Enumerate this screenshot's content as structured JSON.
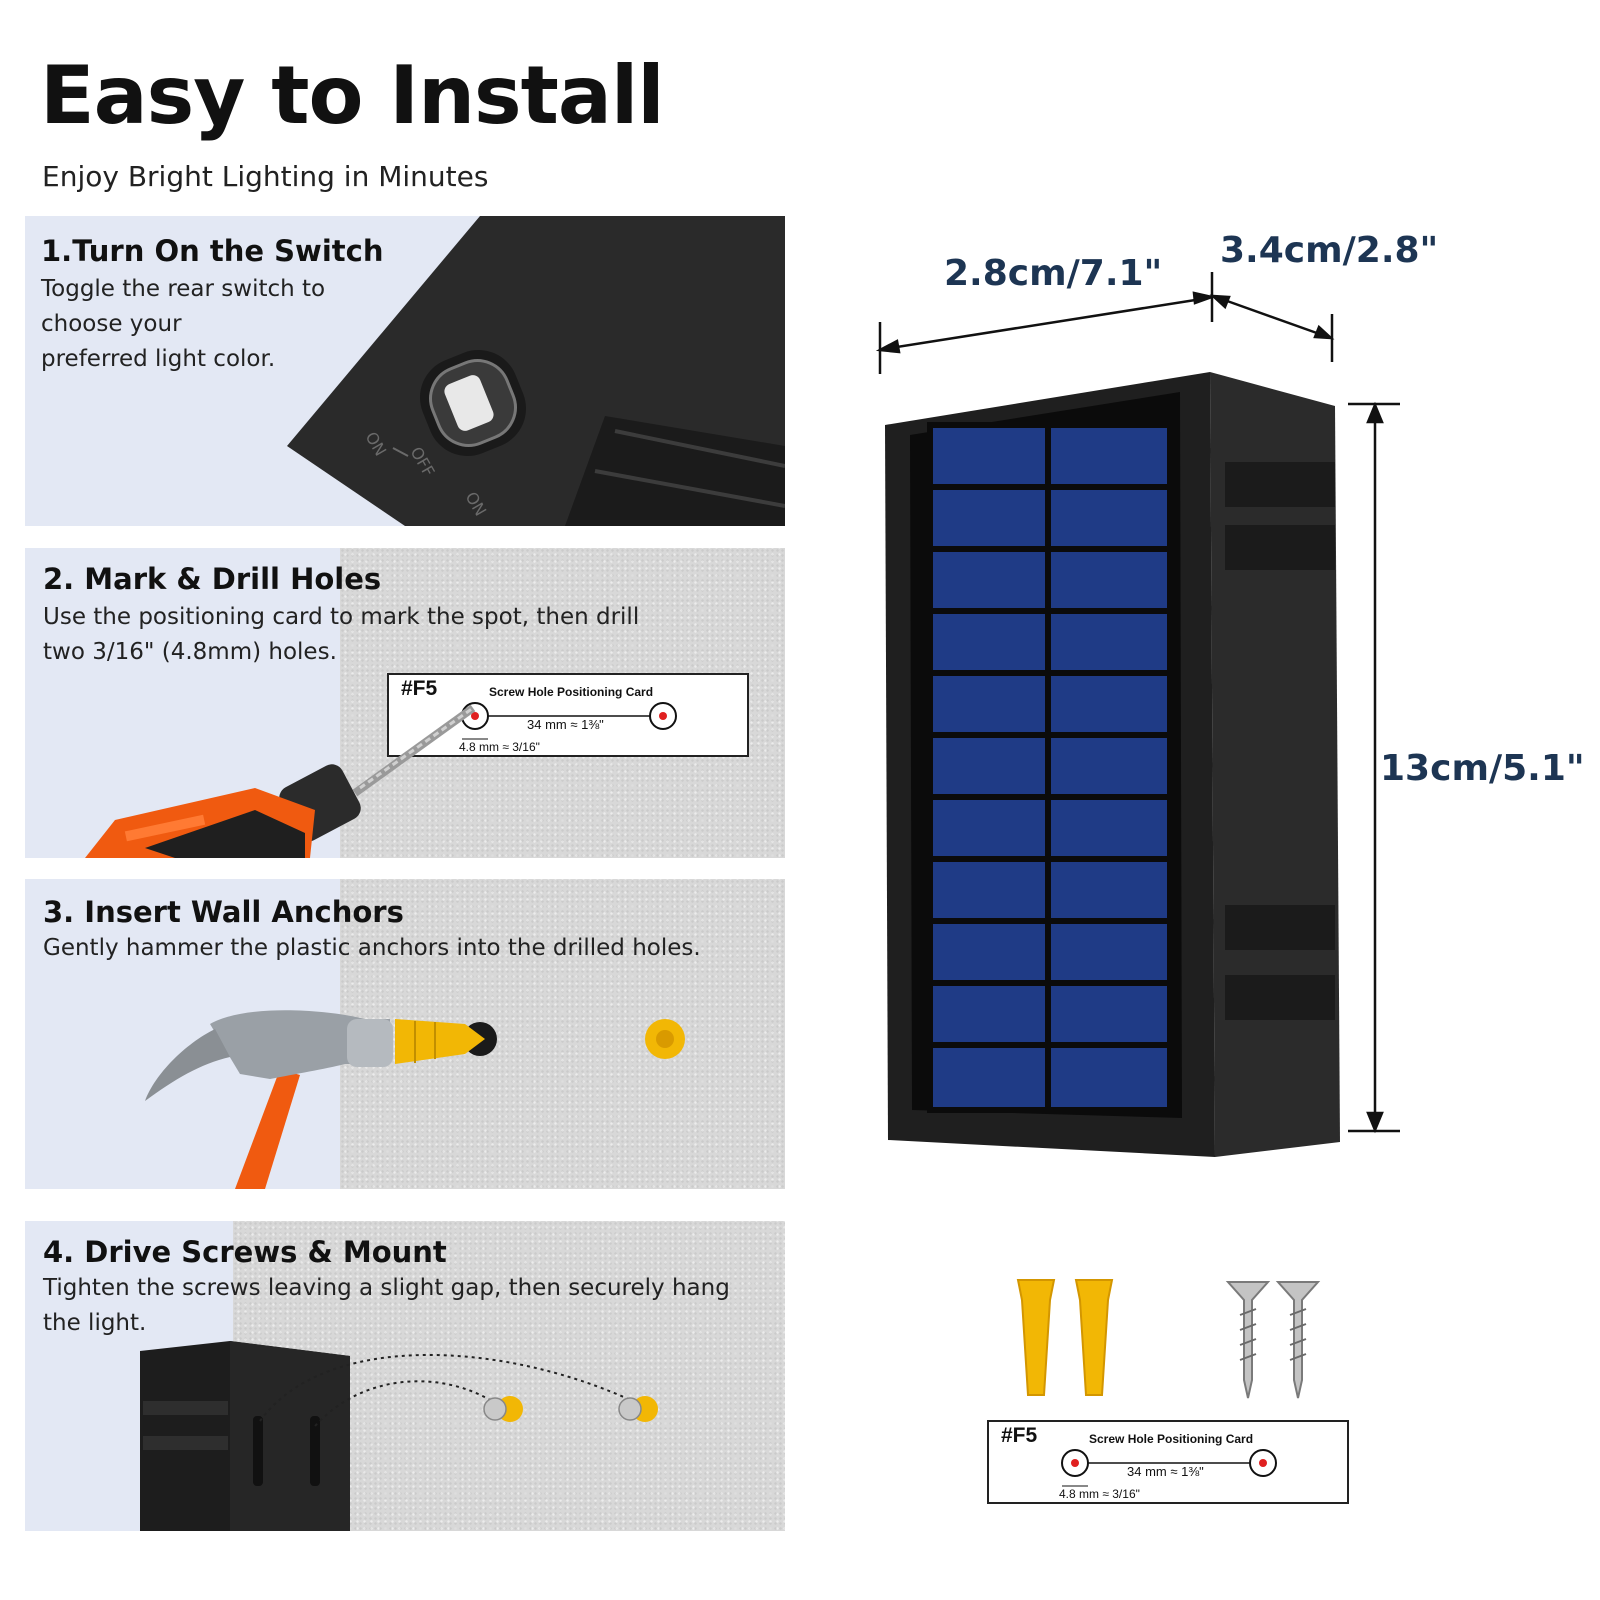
{
  "header": {
    "title": "Easy to Install",
    "subtitle": "Enjoy Bright Lighting in Minutes"
  },
  "steps": [
    {
      "title": "1.Turn On the Switch",
      "text": "Toggle the rear switch to\nchoose your\npreferred light color."
    },
    {
      "title": "2. Mark & Drill Holes",
      "text": "Use the positioning card to mark the spot, then drill\ntwo 3/16\" (4.8mm) holes."
    },
    {
      "title": "3. Insert Wall Anchors",
      "text": "Gently hammer the plastic anchors into the drilled holes."
    },
    {
      "title": "4. Drive Screws & Mount",
      "text": "Tighten the screws leaving a slight gap, then securely hang\nthe light."
    }
  ],
  "switch_labels": {
    "on": "ON",
    "off": "OFF",
    "on2": "ON"
  },
  "positioning_card": {
    "code": "#F5",
    "name": "Screw Hole Positioning Card",
    "distance": "34 mm ≈ 1⅜\"",
    "hole_size": "4.8 mm ≈ 3/16\""
  },
  "dimensions": {
    "width": "2.8cm/7.1\"",
    "depth": "3.4cm/2.8\"",
    "height": "13cm/5.1\""
  },
  "colors": {
    "panel_bg": "#e3e8f4",
    "dimension_text": "#1d3553",
    "solar_blue": "#1e3a8a",
    "anchor_yellow": "#f5b800",
    "drill_orange": "#f05a10"
  }
}
